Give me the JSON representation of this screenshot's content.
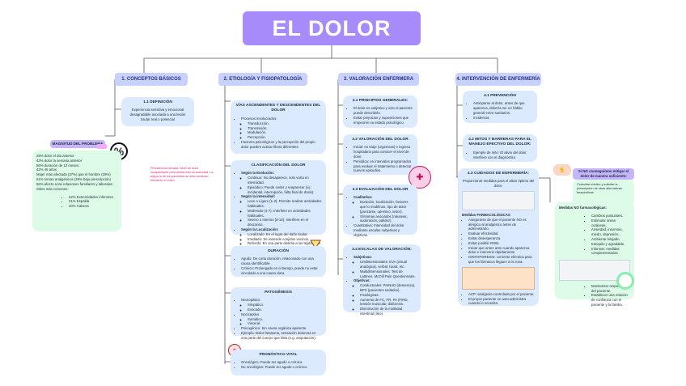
{
  "title": "EL DOLOR",
  "sections": {
    "s1": "1. CONCEPTOS BÁSICOS",
    "s2": "2. ETIOLOGÍA Y FISIOPATOLOGÍA",
    "s3": "3. VALORACIÓN ENFERMERA",
    "s4": "4. INTERVENCIÓN DE ENFERMERÍA"
  },
  "col1": {
    "def_title": "1.1 DEFINICIÓN",
    "def_text": "Experiencia sensitiva y emocional desagradable asociada a una lesión tisular real o potencial",
    "mag_title": "MAGNITUD DEL PROBLEMA",
    "mag_lines": [
      "29% dolor el día anterior",
      "43% dolor la semana anterior",
      "56% duración de 12 meses",
      "42% 45 años",
      "Mujer más afectada (37%) que el hombre (29%)",
      "61% toman analgésicos (29% bajo prescripción)",
      "56% afecto a las relaciones familiares y laborales",
      "Sitios más comunes:"
    ],
    "mag_sites": [
      "22% Extremidades inferiores",
      "21% Espalda",
      "20% Cabeza"
    ],
    "pink_note": "Prevalencia elevada. Nivel de dolor incapacitante para desarrollar su actividad. La mayoría de los pacientes se auto-medican, elevando el costo."
  },
  "col2": {
    "via_title": "VÍAS ASCENDENTES Y DESCENDENTES DEL DOLOR",
    "via_items": [
      "Procesos involucrados:"
    ],
    "via_sub": [
      "Transducción.",
      "Transmisión.",
      "Modulación.",
      "Percepción."
    ],
    "via_extra": "Factores psicológicos y la percepción del propio dolor pueden activar fibras diferentes",
    "clas_title": "CLASIFICACIÓN DEL DOLOR",
    "clas_lines": [
      "Según la Evolución:",
      "Continuo: No desaparece, solo varía en intensidad.",
      "Episódico: Puede ceder y reaparecer (ej.: incidental, interrupción, falta final de dosis).",
      "Según la intensidad:",
      "Leve o Ligero (1-3): Permite realizar actividades habituales.",
      "Moderado (4-7): Interfiere en actividades habituales.",
      "Severo o Intenso (8-10): Interfiere en el descanso.",
      "Según la Localización:",
      "Localizado: En el lugar del daño tisular.",
      "Irradiado: Se extiende a tejidos vecinos.",
      "Referido: En una parte distinta a los tejidos que lo provocan."
    ],
    "dur_title": "DURACIÓN",
    "dur_lines": [
      "Agudo: De corta duración, relacionado con una causa identificable.",
      "Crónico: Prolongado en el tiempo, puede no estar vinculado a una causa clara."
    ],
    "pat_title": "PATOGÉNESIS",
    "pat_lines": [
      "Neuropático",
      "Simpático.",
      "Evocado.",
      "Nociceptivo",
      "Somático.",
      "Visceral.",
      "Psicogénico: Sin causa orgánica aparente.",
      "Ejemplo: Dolor fantasma, sensación dolorosa en una parte del cuerpo que falta (e.g. amputación)."
    ],
    "pron_title": "PRONÓSTICO VITAL",
    "pron_lines": [
      "Oncológico: Puede ser agudo o crónico.",
      "No oncológico: Puede ser agudo o crónico."
    ]
  },
  "col3": {
    "p_title": "3.1 PRINCIPIOS GENERALES:",
    "p_lines": [
      "El dolor es subjetivo y solo el paciente puede describirlo.",
      "Evitar prejuicios y suposiciones que empeoren su estado psicológico."
    ],
    "v_title": "3.2 VALORACIÓN DEL DOLOR",
    "v_lines": [
      "Inicial: en triaje (urgencias) e ingreso hospitalario para conocer el nivel de dolor.",
      "Periódica: en intervalos programados para evaluar el tratamiento o detectar nuevos episodios."
    ],
    "e_title": "3.3 EVALUACIÓN DEL DOLOR",
    "e_lines": [
      "Cualitativa:",
      "Duración, localización, factores que lo modifican, tipo de dolor (punzante, opresivo, ardor).",
      "Síntomas asociados (náuseas, sudoración, palidez).",
      "Cuantitativa: Intensidad del dolor mediante escalas subjetivas y objetivas."
    ],
    "s_title": "3.4 ESCALAS DE VALORACIÓN:",
    "s_lines": [
      "Subjetivas:",
      "Unidimensionales: EVA (visual analógica), verbal, facial, etc.",
      "Multidimensionales: Test de Lattinen, McGill Pain Questionnaire.",
      "Objetivas:",
      "Conductuales: PAINAD (demencia), BPS (pacientes sedados).",
      "Fisiológicas:",
      "Aumento de FC, FR, PA (FIRD, tensión muscular, diaforesis.",
      "Disminución de la motilidad intestinal (íleo)."
    ]
  },
  "col4": {
    "prev_title": "4.1 PREVENCIÓN",
    "prev_lines": [
      "Anticiparse al dolor, antes de que aparezca, debería ser un hábito general entre sanitarios.",
      "Incidencia."
    ],
    "mitos_title": "4.2 MITOS Y BARRERAS PARA EL MANEJO EFECTIVO DEL DOLOR:",
    "mitos_lines": [
      "Ejemplo de mito: El alivio del dolor interfiere con el diagnóstico"
    ],
    "cuid_title": "4.3 CUIDADOS DE ENFERMERÍA:",
    "cuid_top": "Proporcionar medidas para el alivio óptimo del dolor.",
    "cuid_lines": [
      "Medidas FARMACOLÓGICAS",
      "Asegurarse de que el paciente NO es alérgico al analgésico antes de administrarlo.",
      "Evaluar efectividad.",
      "Evitar desesperanza.",
      "Evitar posible ROM.",
      "Iniciar que antes ante cuando aparezca dolor e intervenir rápidamente.",
      "IONTOFORESIS: corriente eléctrica para que los fármacos lleguen a la zona.",
      "ACP: analgesia controlada por el paciente.",
      "El propio paciente se auto-administra cuando lo necesita."
    ],
    "side_title": "Si NO conseguimos mitigar el dolor de manera suficiente:",
    "side_text": "Consultar médico y solicitar la prescripción de otras alternativas terapéuticas.",
    "nf_title": "Medidas NO farmacológicas:",
    "nf_lines": [
      "Cambios posturales.",
      "Estimular áreas cutáneas.",
      "Ansiedad, insomnio, miedo, depresión...",
      "Ambiente relajado tranquilo y agradable.",
      "Informar: medidas complementarias",
      "Monitorizar respuestas del paciente.",
      "Establecer una relación de confianza con el paciente y la familia."
    ]
  }
}
